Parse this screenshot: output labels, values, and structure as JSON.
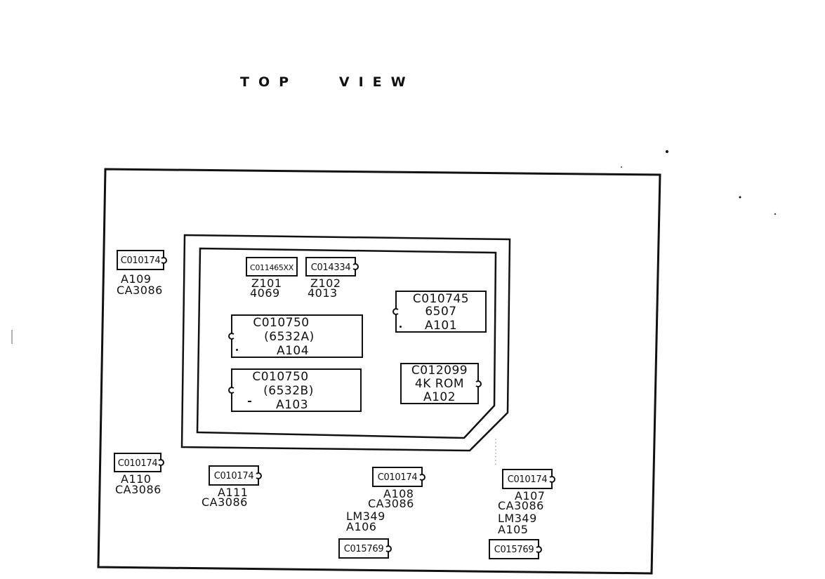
{
  "title": "TOP   VIEW",
  "chips": {
    "a109": {
      "part": "C010174",
      "ref": "A109",
      "type": "CA3086"
    },
    "z101": {
      "part": "C011465XX",
      "ref": "Z101",
      "type": "4069"
    },
    "z102": {
      "part": "C014334",
      "ref": "Z102",
      "type": "4013"
    },
    "a101": {
      "part": "C010745",
      "type": "6507",
      "ref": "A101"
    },
    "a104": {
      "part": "C010750",
      "type": "(6532A)",
      "ref": "A104"
    },
    "a103": {
      "part": "C010750",
      "type": "(6532B)",
      "ref": "A103"
    },
    "a102": {
      "part": "C012099",
      "type": "4K ROM",
      "ref": "A102"
    },
    "a110": {
      "part": "C010174",
      "ref": "A110",
      "type": "CA3086"
    },
    "a111": {
      "part": "C010174",
      "ref": "A111",
      "type": "CA3086"
    },
    "a108": {
      "part": "C010174",
      "ref": "A108",
      "type": "CA3086",
      "ref2": "A106",
      "type2": "LM349",
      "part2": "C015769"
    },
    "a107": {
      "part": "C010174",
      "ref": "A107",
      "type": "CA3086",
      "ref2": "A105",
      "type2": "LM349",
      "part2": "C015769"
    }
  }
}
